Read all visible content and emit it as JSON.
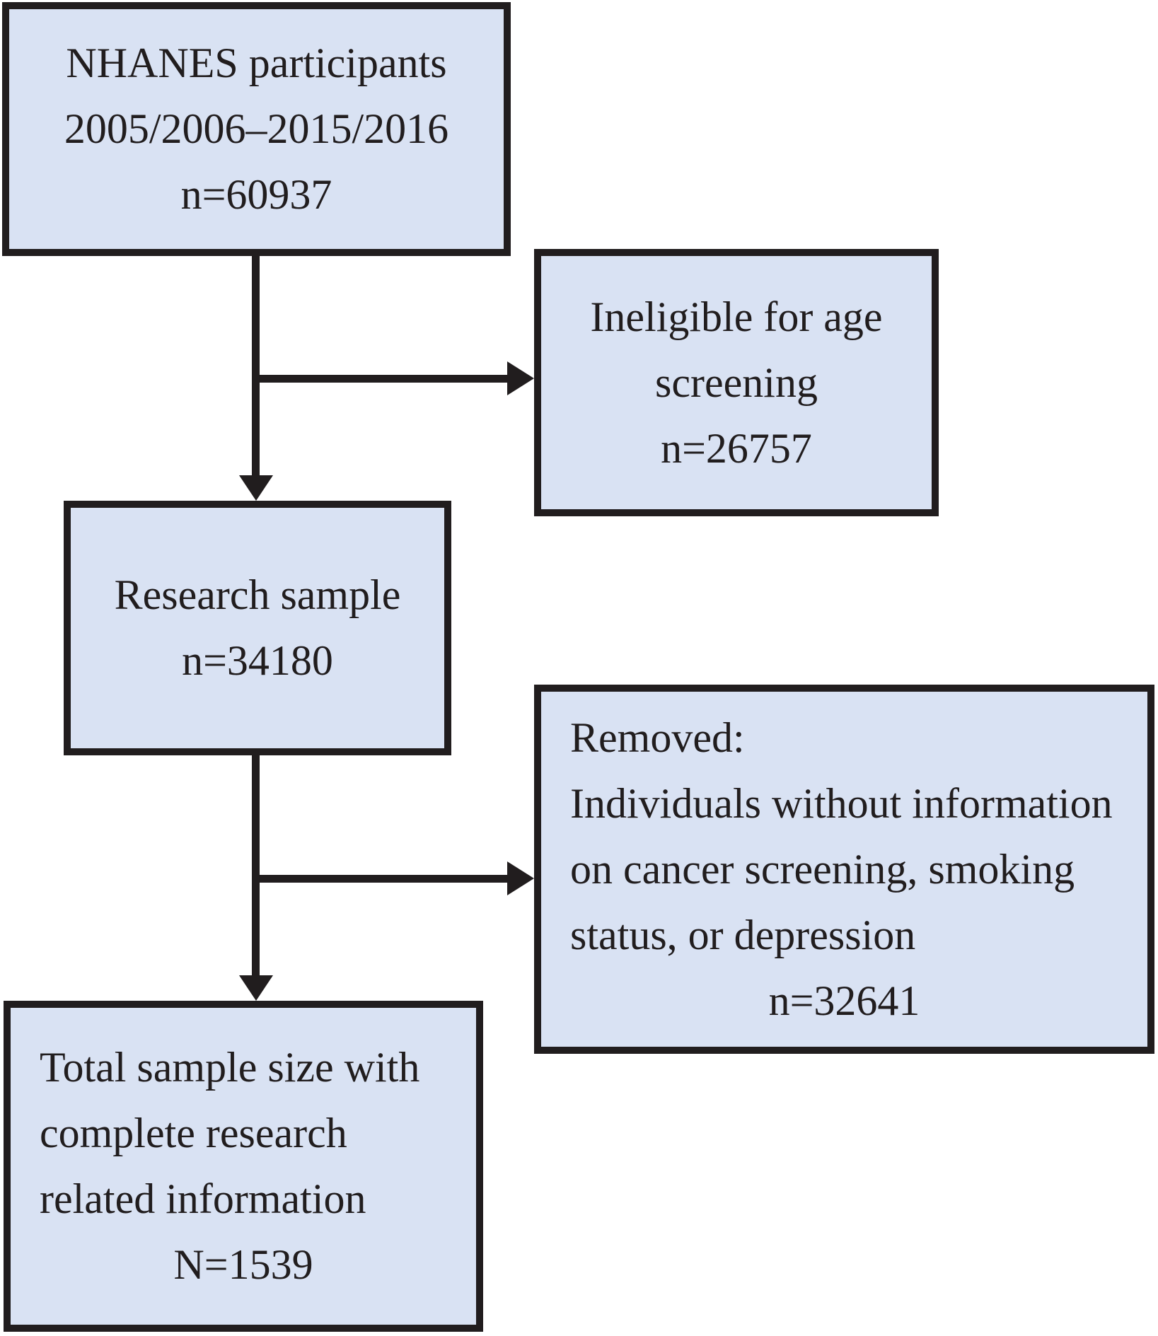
{
  "style": {
    "box_fill": "#d9e2f3",
    "box_border": "#211d1e",
    "text_color": "#211d1e",
    "arrow_color": "#211d1e",
    "page_background": "#ffffff"
  },
  "boxes": {
    "participants": {
      "lines": [
        "NHANES participants",
        "2005/2006–2015/2016",
        "n=60937"
      ]
    },
    "ineligible": {
      "lines": [
        "Ineligible for age",
        "screening",
        "n=26757"
      ]
    },
    "research_sample": {
      "lines": [
        "Research sample",
        "n=34180"
      ]
    },
    "removed": {
      "lines": [
        "Removed:",
        "Individuals without information",
        "on cancer screening, smoking",
        "status, or depression",
        "n=32641"
      ]
    },
    "final_sample": {
      "lines": [
        "Total sample size with",
        "complete research",
        "related information",
        "N=1539"
      ]
    }
  }
}
